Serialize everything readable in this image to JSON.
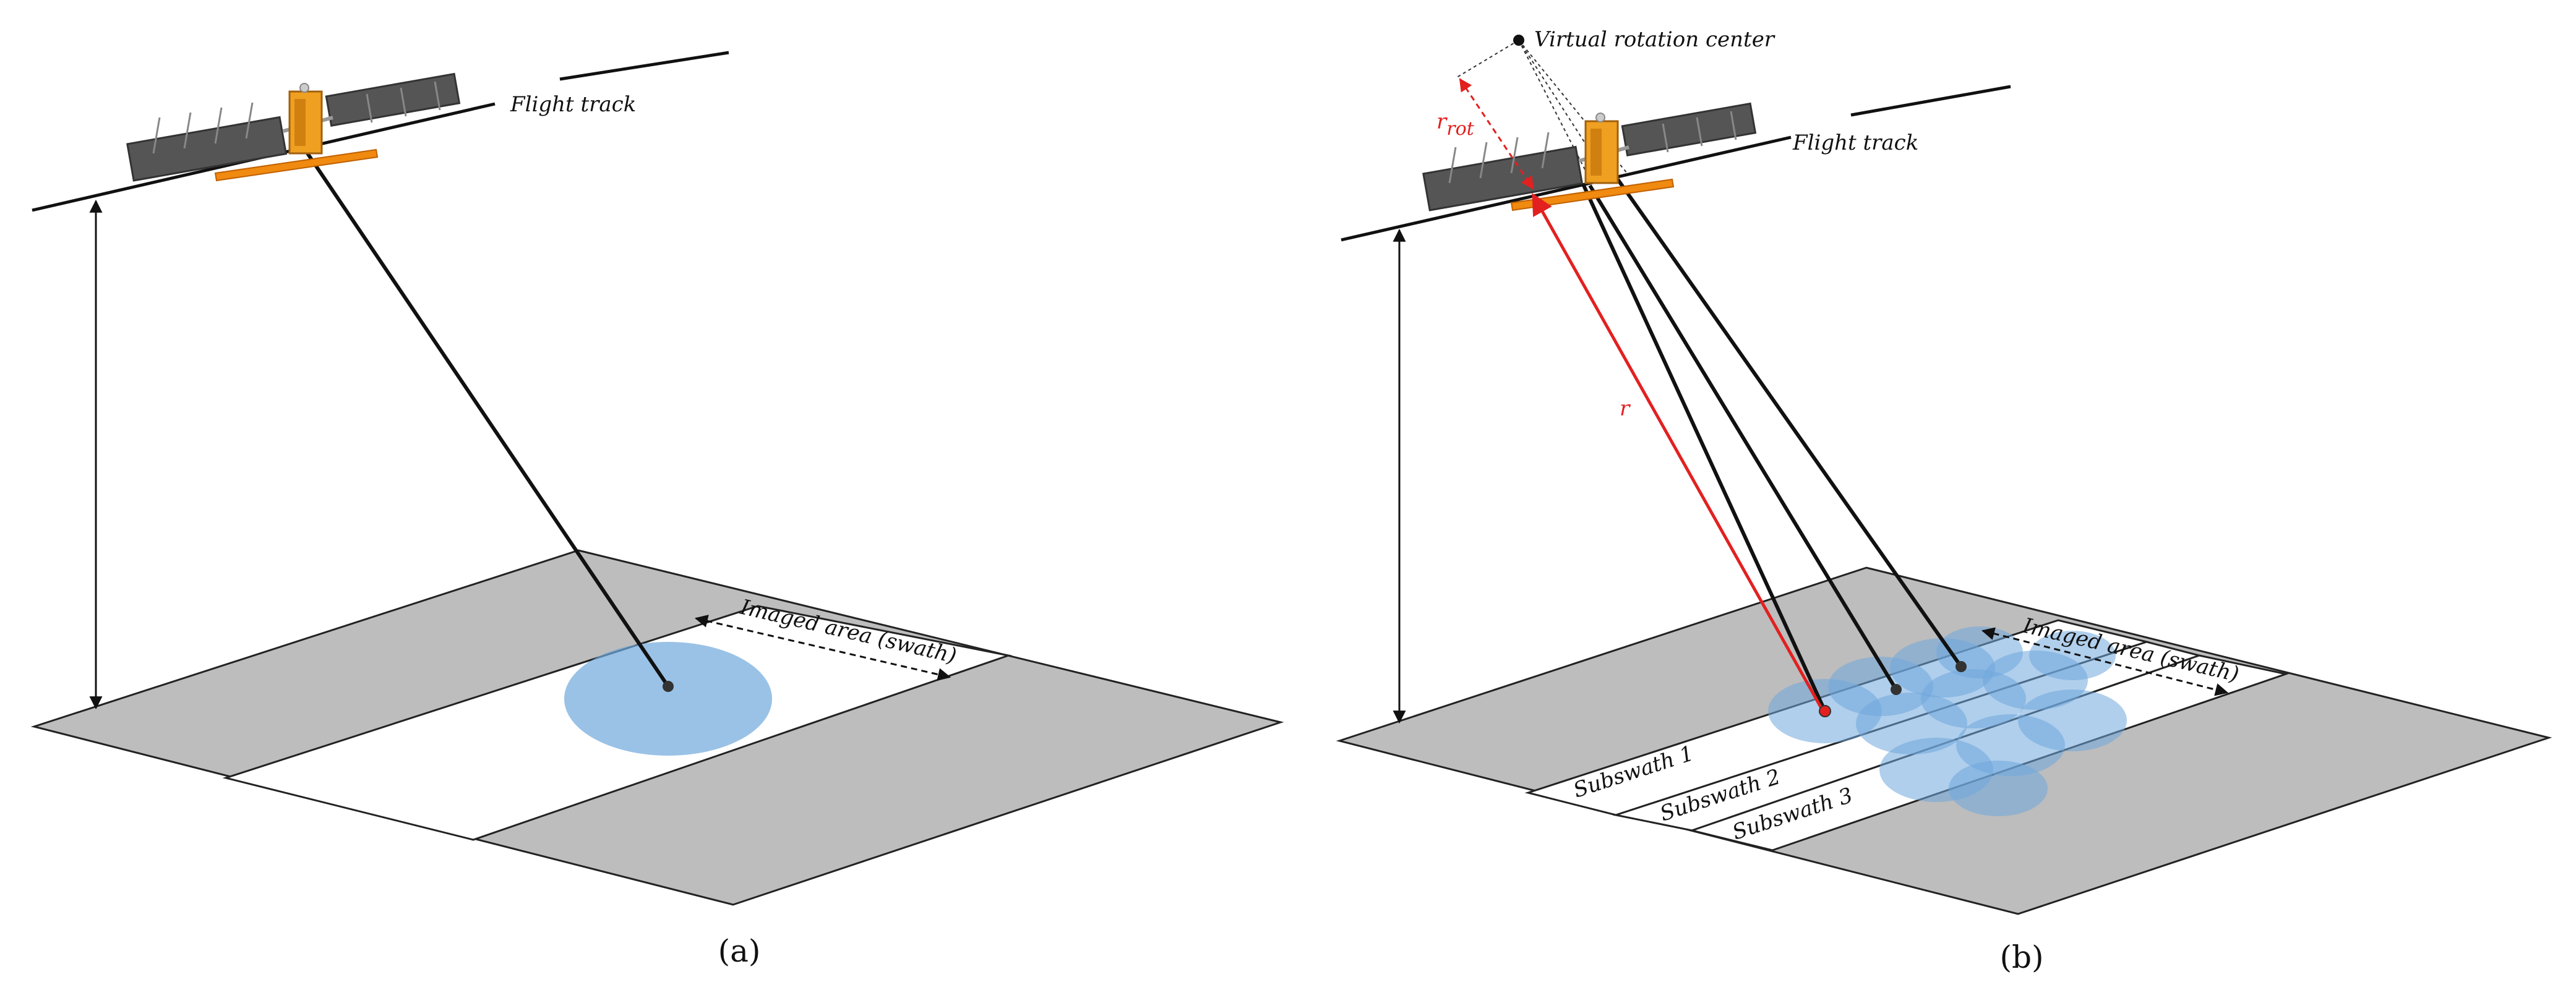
{
  "panel_a": {
    "flight_track": "Flight track",
    "imaged_area": "Imaged area (swath)",
    "caption": "(a)"
  },
  "panel_b": {
    "virtual_center": "Virtual rotation center",
    "r_rot_base": "r",
    "r_rot_sub": "rot",
    "r": "r",
    "flight_track": "Flight track",
    "imaged_area": "Imaged area (swath)",
    "subswaths": [
      "Subswath 1",
      "Subswath 2",
      "Subswath 3"
    ],
    "caption": "(b)"
  },
  "colors": {
    "ground": "#bdbdbd",
    "swath": "#ffffff",
    "footprint": "#6fa8dc",
    "range_line": "#e32020",
    "satellite_body": "#f0a020",
    "solar_panel": "#555555"
  }
}
